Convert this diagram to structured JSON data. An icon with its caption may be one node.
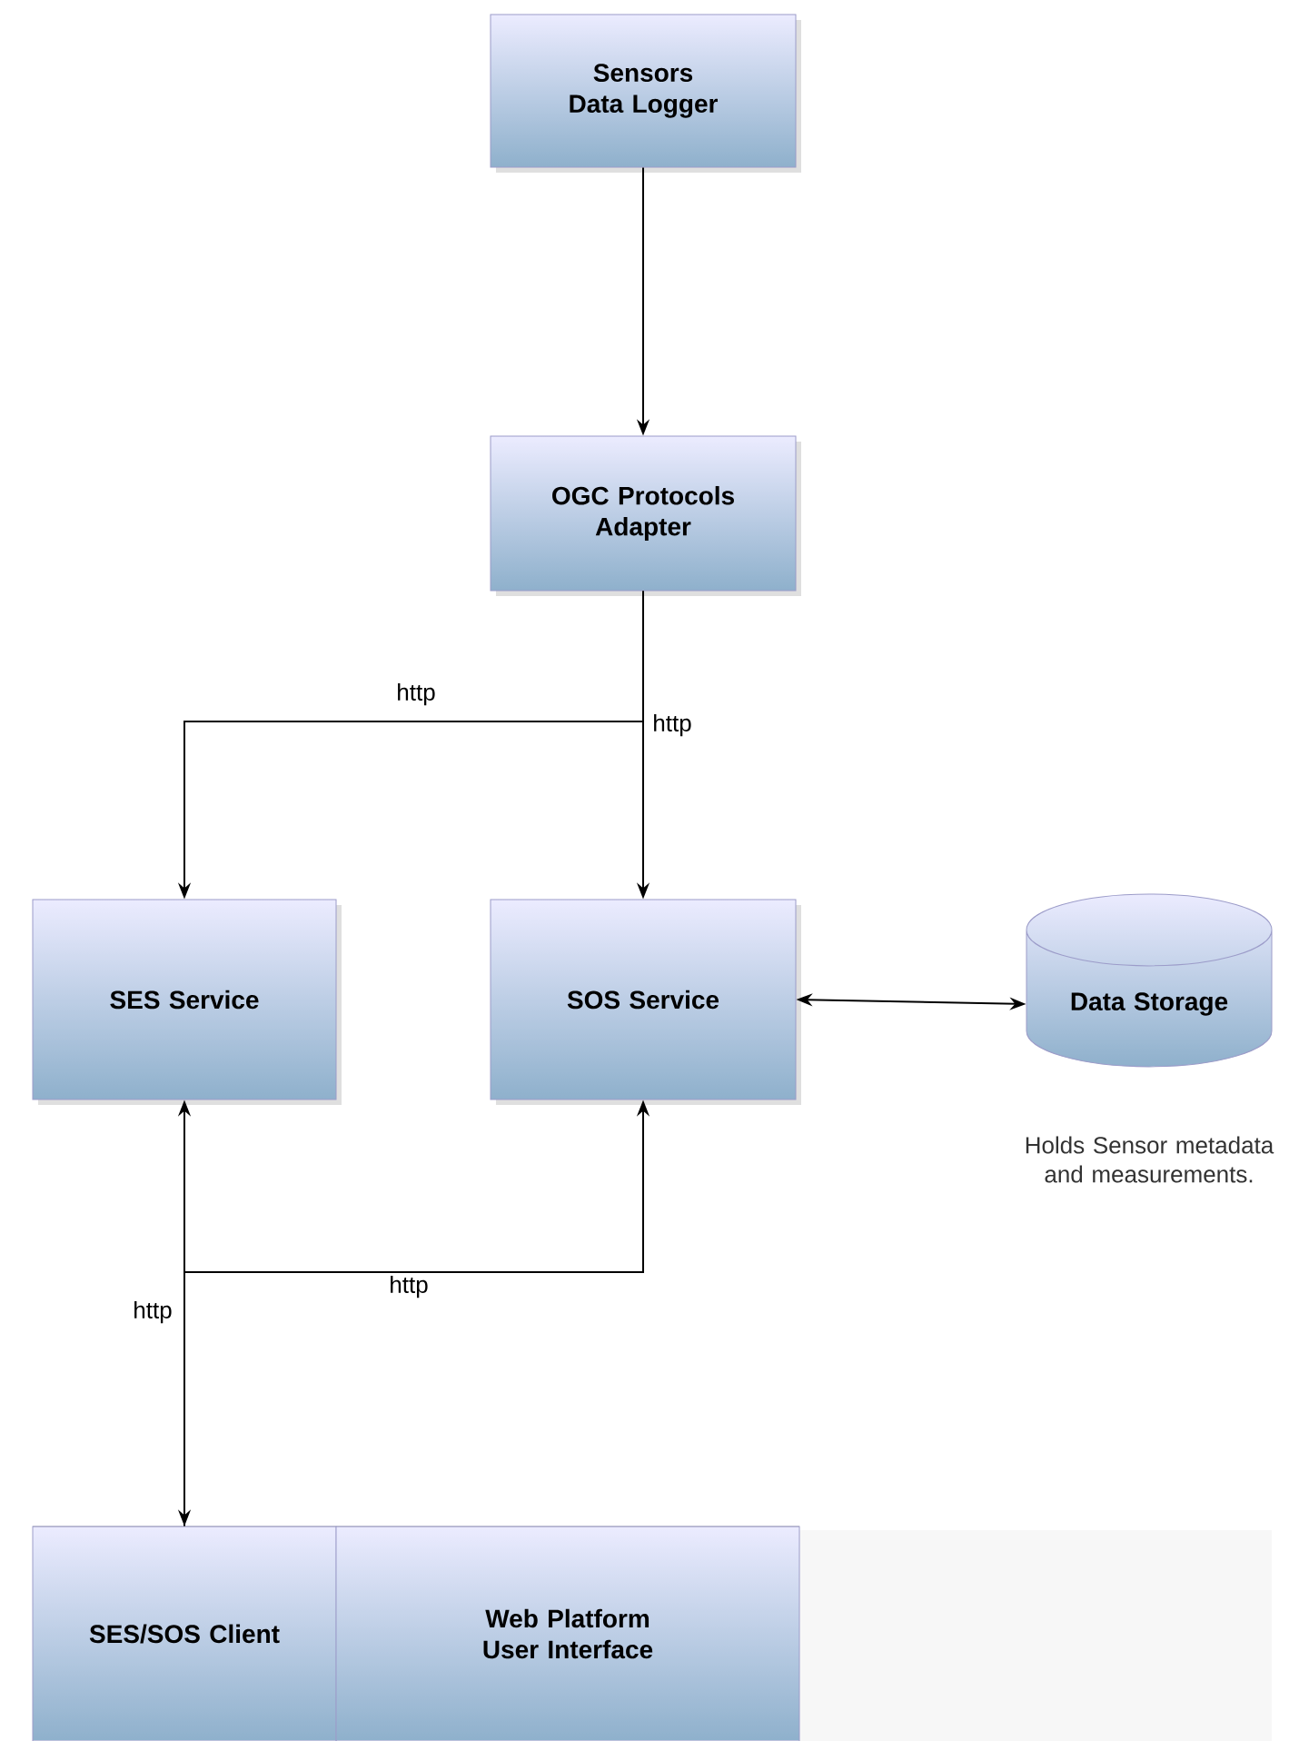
{
  "diagram": {
    "nodes": [
      {
        "text": [
          "Sensors Data Logger"
        ]
      },
      {
        "text": [
          "OGC Protocols Adapter"
        ]
      },
      {
        "text": [
          "SES Service"
        ]
      },
      {
        "text": [
          "SOS Service"
        ]
      },
      {
        "text": [
          "Data Storage"
        ],
        "beside": [
          "Holds Sensor metadata and measurements."
        ]
      },
      {
        "text": [
          "SES/SOS Client"
        ]
      },
      {
        "text": [
          "Web Platform User Interface"
        ]
      }
    ],
    "edges": [
      {
        "from": 0,
        "to": 1,
        "arrow": "to"
      },
      {
        "from": 1,
        "to": 2,
        "arrow": "to",
        "label": "http"
      },
      {
        "from": 1,
        "to": 3,
        "arrow": "to",
        "label": "http"
      },
      {
        "from": 3,
        "to": 4,
        "arrow": "both"
      },
      {
        "from": 2,
        "to": 5,
        "arrow": "both",
        "label": "http"
      },
      {
        "from": 5,
        "to": 3,
        "arrow": "to",
        "label": "http"
      }
    ]
  }
}
